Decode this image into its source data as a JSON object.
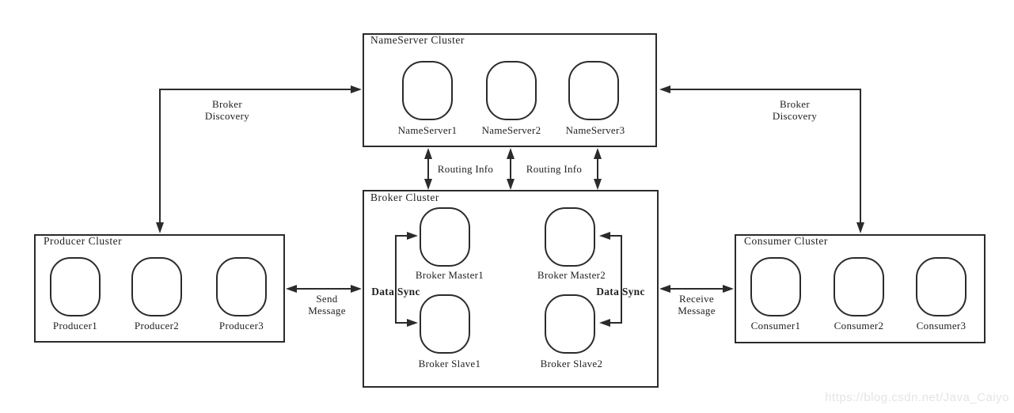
{
  "clusters": {
    "nameserver": {
      "title": "NameServer Cluster",
      "nodes": [
        "NameServer1",
        "NameServer2",
        "NameServer3"
      ]
    },
    "broker": {
      "title": "Broker Cluster",
      "nodes": [
        "Broker Master1",
        "Broker Master2",
        "Broker Slave1",
        "Broker Slave2"
      ]
    },
    "producer": {
      "title": "Producer Cluster",
      "nodes": [
        "Producer1",
        "Producer2",
        "Producer3"
      ]
    },
    "consumer": {
      "title": "Consumer Cluster",
      "nodes": [
        "Consumer1",
        "Consumer2",
        "Consumer3"
      ]
    }
  },
  "edges": {
    "broker_discovery_left": {
      "line1": "Broker",
      "line2": "Discovery"
    },
    "broker_discovery_right": {
      "line1": "Broker",
      "line2": "Discovery"
    },
    "routing_info_left": "Routing Info",
    "routing_info_right": "Routing Info",
    "send_message": {
      "line1": "Send",
      "line2": "Message"
    },
    "receive_message": {
      "line1": "Receive",
      "line2": "Message"
    },
    "data_sync_left": "Data Sync",
    "data_sync_right": "Data Sync"
  },
  "watermark": "https://blog.csdn.net/Java_Caiyo",
  "colors": {
    "line": "#2b2b2b",
    "background": "#ffffff",
    "watermark": "#e4e4e4"
  }
}
